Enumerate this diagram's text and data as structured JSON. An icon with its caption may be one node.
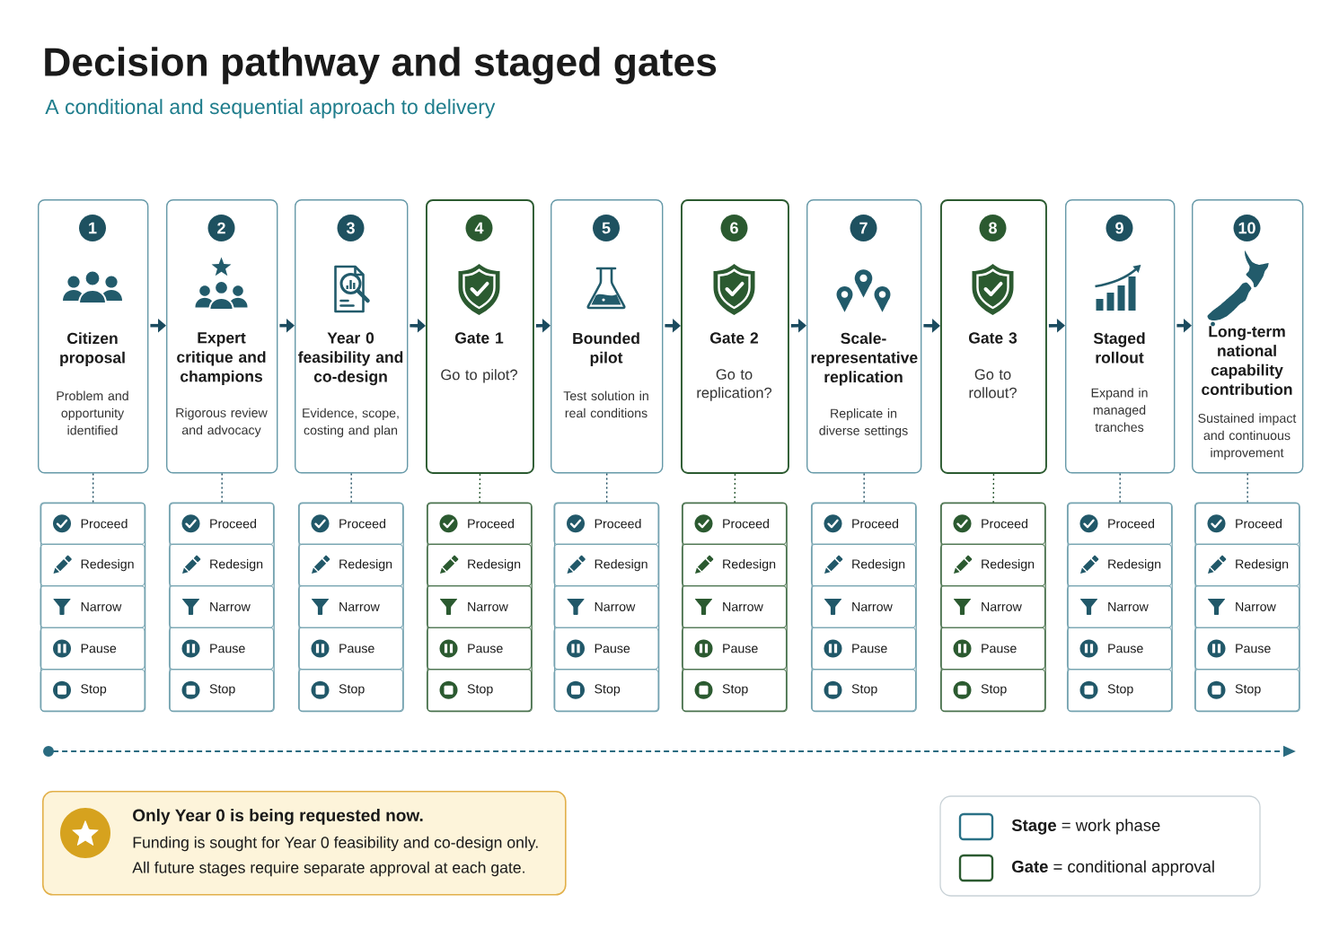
{
  "diagram": {
    "title": "Decision pathway and staged gates",
    "nodes": [
      {
        "text": [
          "1",
          "Citizen proposal",
          "Problem and opportunity identified"
        ]
      },
      {
        "text": [
          "2",
          "Expert critique and champions",
          "Rigorous review and advocacy"
        ]
      },
      {
        "text": [
          "3",
          "Year 0 feasibility and co-design",
          "Evidence, scope, costing and plan"
        ]
      },
      {
        "text": [
          "4",
          "Gate 1",
          "Go to pilot?"
        ]
      },
      {
        "text": [
          "5",
          "Bounded pilot",
          "Test solution in real conditions"
        ]
      },
      {
        "text": [
          "6",
          "Gate 2",
          "Go to replication?"
        ]
      },
      {
        "text": [
          "7",
          "Scale-representative replication",
          "Replicate in diverse settings"
        ]
      },
      {
        "text": [
          "8",
          "Gate 3",
          "Go to rollout?"
        ]
      },
      {
        "text": [
          "9",
          "Staged rollout",
          "Expand in managed tranches"
        ]
      },
      {
        "text": [
          "10",
          "Long-term national capability contribution",
          "Sustained impact and continuous improvement"
        ]
      },
      {
        "text": [
          "Proceed",
          "Redesign",
          "Narrow",
          "Pause",
          "Stop"
        ]
      },
      {
        "text": [
          "Proceed",
          "Redesign",
          "Narrow",
          "Pause",
          "Stop"
        ]
      },
      {
        "text": [
          "Proceed",
          "Redesign",
          "Narrow",
          "Pause",
          "Stop"
        ]
      },
      {
        "text": [
          "Proceed",
          "Redesign",
          "Narrow",
          "Pause",
          "Stop"
        ]
      },
      {
        "text": [
          "Proceed",
          "Redesign",
          "Narrow",
          "Pause",
          "Stop"
        ]
      },
      {
        "text": [
          "Proceed",
          "Redesign",
          "Narrow",
          "Pause",
          "Stop"
        ]
      },
      {
        "text": [
          "Proceed",
          "Redesign",
          "Narrow",
          "Pause",
          "Stop"
        ]
      },
      {
        "text": [
          "Proceed",
          "Redesign",
          "Narrow",
          "Pause",
          "Stop"
        ]
      },
      {
        "text": [
          "Proceed",
          "Redesign",
          "Narrow",
          "Pause",
          "Stop"
        ]
      },
      {
        "text": [
          "Proceed",
          "Redesign",
          "Narrow",
          "Pause",
          "Stop"
        ]
      },
      {
        "text": [
          "Only Year 0 is being requested now.",
          "Funding is sought for Year 0 feasibility and co-design only.",
          "All future stages require separate approval at each gate."
        ]
      }
    ],
    "edges": [
      {
        "from": 0,
        "to": 1,
        "arrow": "to"
      },
      {
        "from": 1,
        "to": 2,
        "arrow": "to"
      },
      {
        "from": 2,
        "to": 3,
        "arrow": "to"
      },
      {
        "from": 3,
        "to": 4,
        "arrow": "to"
      },
      {
        "from": 4,
        "to": 5,
        "arrow": "to"
      },
      {
        "from": 5,
        "to": 6,
        "arrow": "to"
      },
      {
        "from": 6,
        "to": 7,
        "arrow": "to"
      },
      {
        "from": 7,
        "to": 8,
        "arrow": "to"
      },
      {
        "from": 8,
        "to": 9,
        "arrow": "to"
      },
      {
        "from": 0,
        "to": 10,
        "arrow": "none",
        "style": "dashed"
      },
      {
        "from": 1,
        "to": 11,
        "arrow": "none",
        "style": "dashed"
      },
      {
        "from": 2,
        "to": 12,
        "arrow": "none",
        "style": "dashed"
      },
      {
        "from": 3,
        "to": 13,
        "arrow": "none",
        "style": "dashed",
        "color": "#2d5a34"
      },
      {
        "from": 4,
        "to": 14,
        "arrow": "none",
        "style": "dashed"
      },
      {
        "from": 5,
        "to": 15,
        "arrow": "none",
        "style": "dashed",
        "color": "#2d5a34"
      },
      {
        "from": 6,
        "to": 16,
        "arrow": "none",
        "style": "dashed"
      },
      {
        "from": 7,
        "to": 17,
        "arrow": "none",
        "style": "dashed",
        "color": "#2d5a34"
      },
      {
        "from": 8,
        "to": 18,
        "arrow": "none",
        "style": "dashed"
      },
      {
        "from": 9,
        "to": 19,
        "arrow": "none",
        "style": "dashed"
      }
    ],
    "labels": [
      "A conditional and sequential approach to delivery"
    ],
    "legend": [
      {
        "text": "**Stage** = work phase",
        "color": "#2a7186"
      },
      {
        "text": "**Gate** = conditional approval",
        "color": "#2b5a30"
      }
    ]
  }
}
